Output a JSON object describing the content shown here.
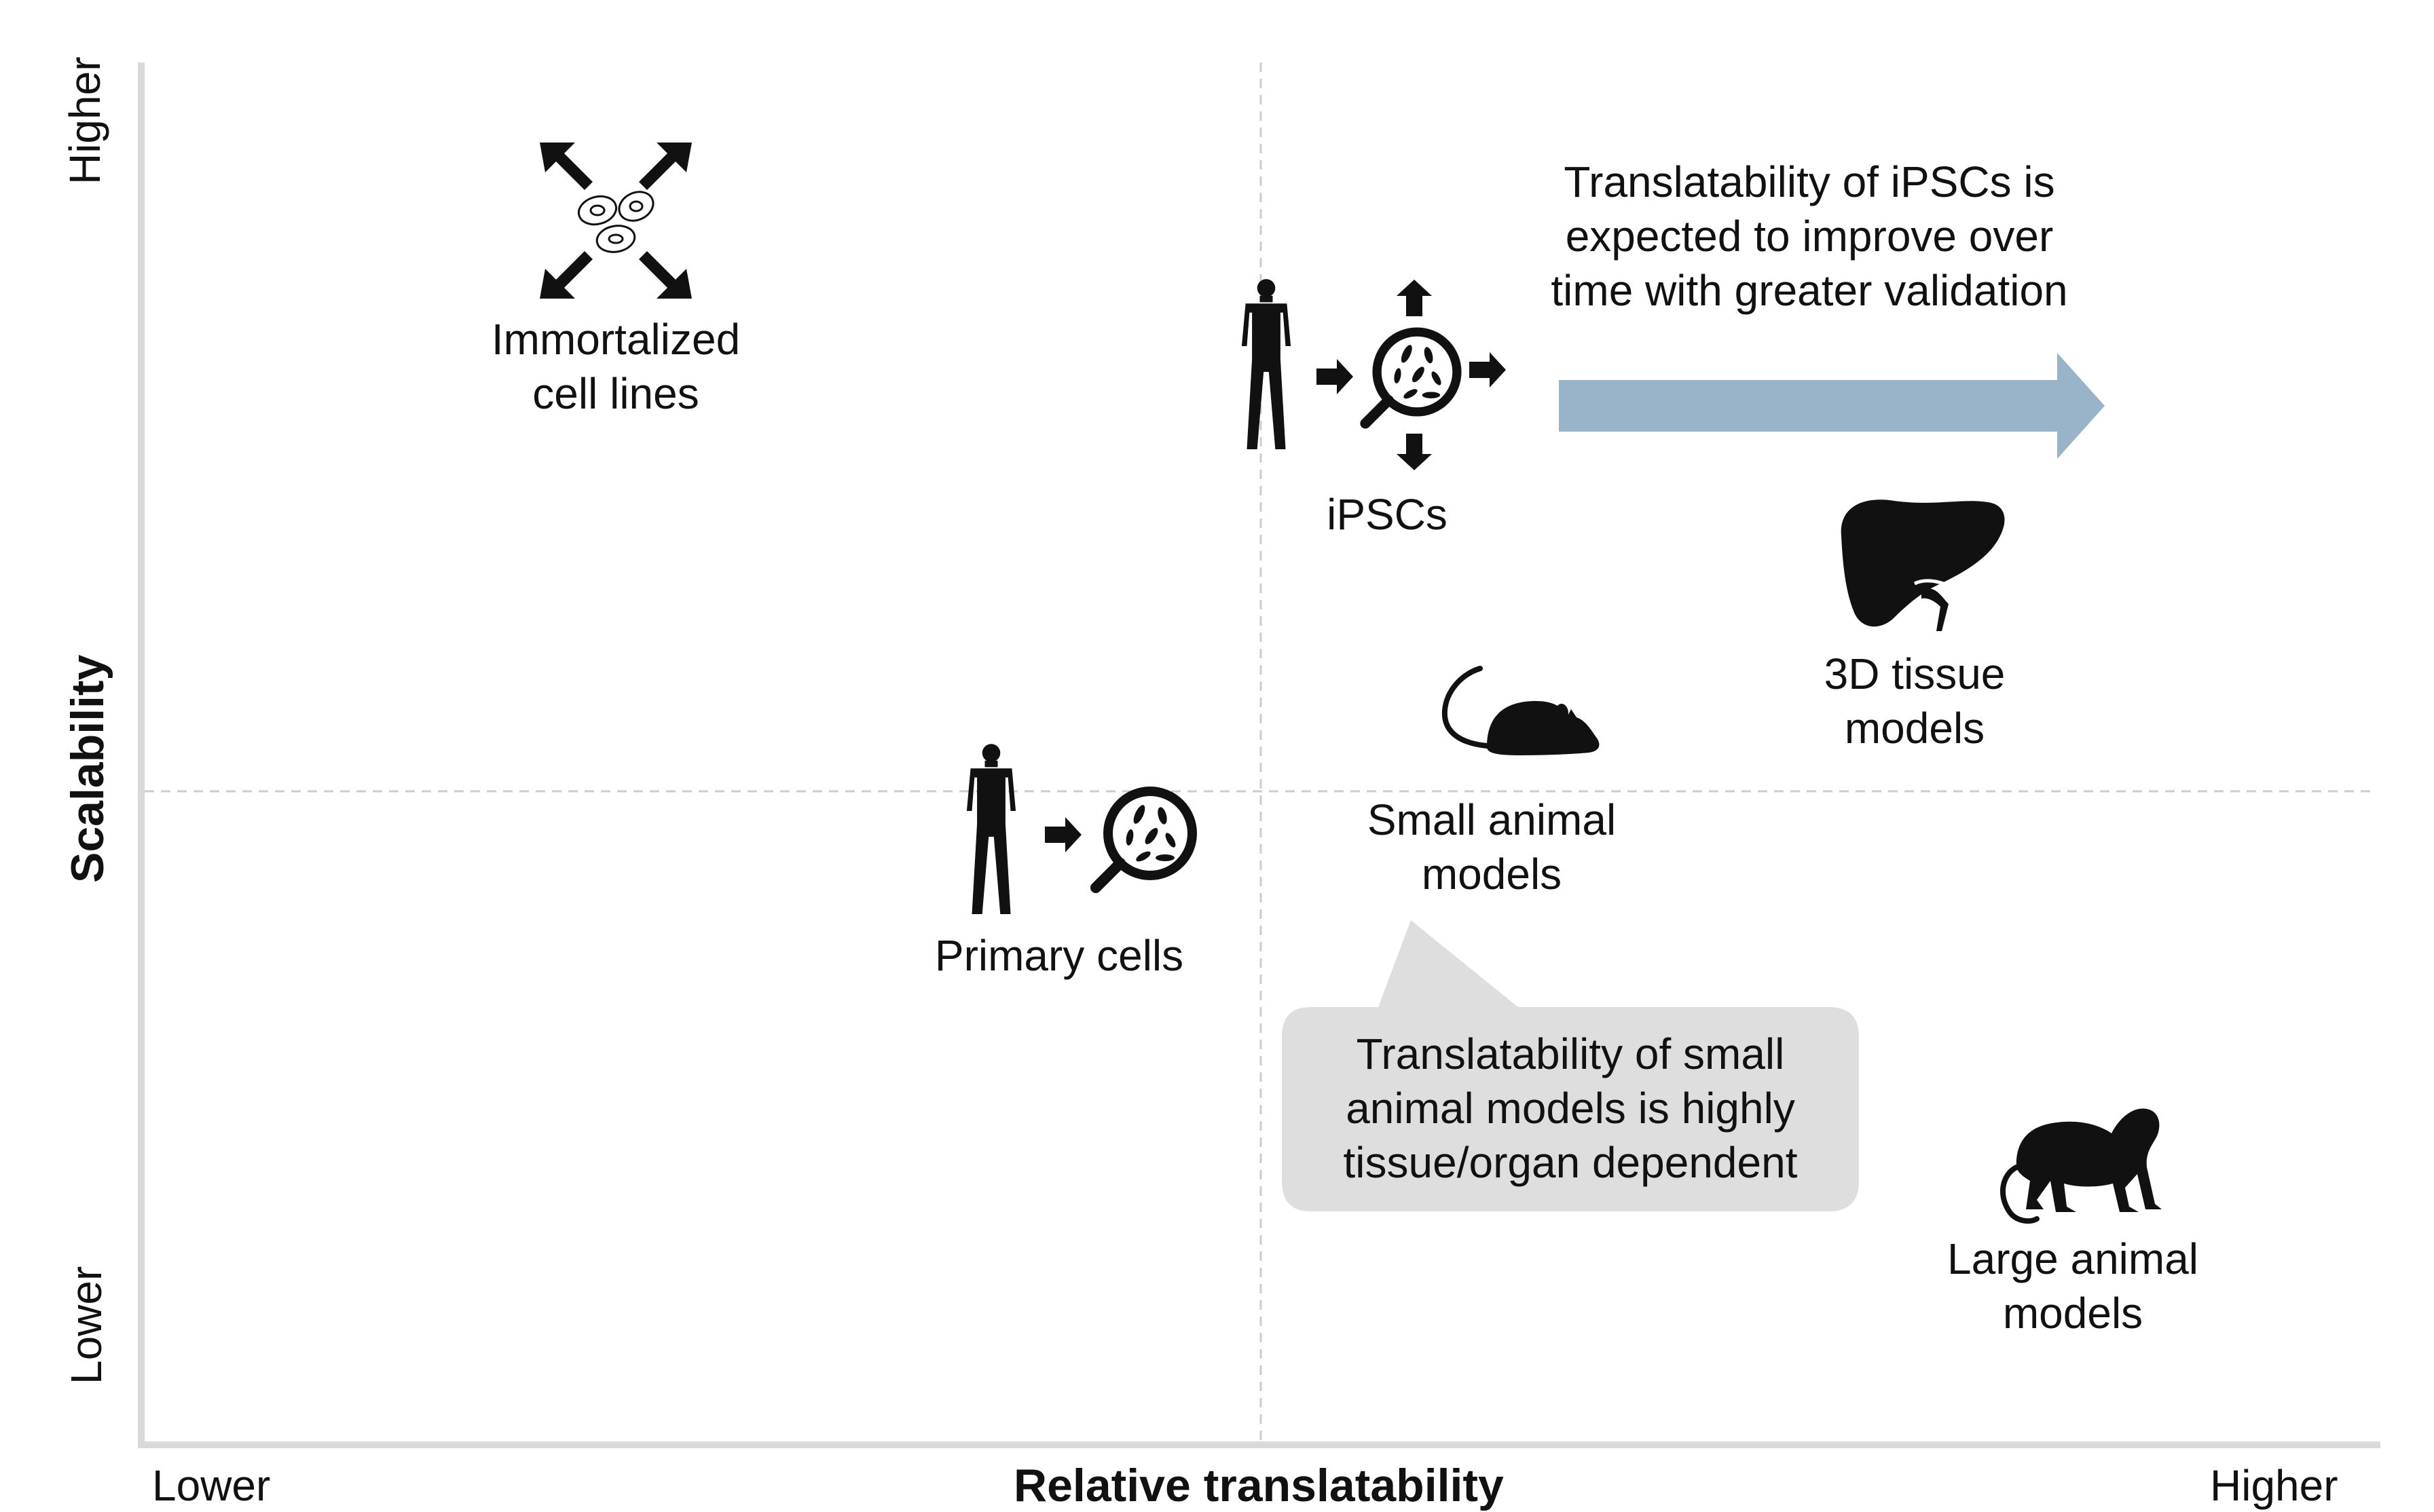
{
  "axes": {
    "x_title": "Relative translatability",
    "x_low": "Lower",
    "x_high": "Higher",
    "y_title": "Scalability",
    "y_low": "Lower",
    "y_high": "Higher"
  },
  "models": [
    {
      "id": "immortalized",
      "line1": "Immortalized",
      "line2": "cell lines",
      "icon": "expanding-cells-icon"
    },
    {
      "id": "ipscs",
      "line1": "iPSCs",
      "icon": "human-to-cells-expanding-icon"
    },
    {
      "id": "tissue3d",
      "line1": "3D tissue",
      "line2": "models",
      "icon": "liver-icon"
    },
    {
      "id": "small-animal",
      "line1": "Small animal",
      "line2": "models",
      "icon": "mouse-icon"
    },
    {
      "id": "primary",
      "line1": "Primary cells",
      "icon": "human-to-cells-icon"
    },
    {
      "id": "large-animal",
      "line1": "Large animal",
      "line2": "models",
      "icon": "monkey-icon"
    }
  ],
  "notes": {
    "ipsc_note": [
      "Translatability of iPSCs is",
      "expected to improve over",
      "time with greater validation"
    ],
    "small_animal_note": [
      "Translatability of small",
      "animal models is highly",
      "tissue/organ dependent"
    ]
  },
  "colors": {
    "axis": "#d9d9d9",
    "gridline": "#cccccc",
    "trend_arrow": "#99b4c8",
    "callout_fill": "#dedede",
    "icon": "#111111"
  }
}
